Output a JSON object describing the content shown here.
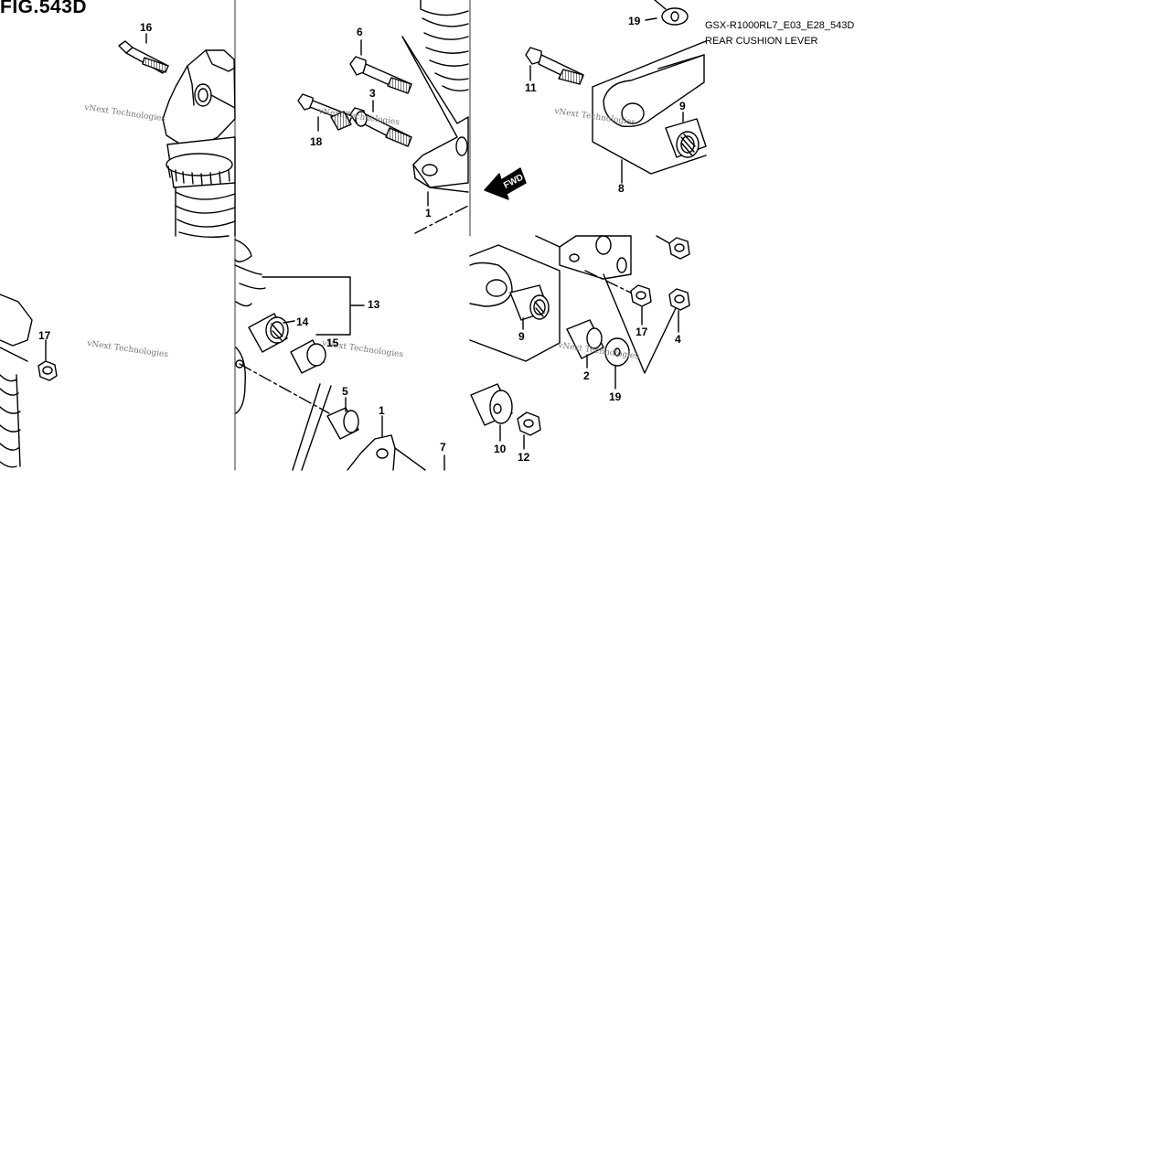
{
  "figure": {
    "title": "FIG.543D",
    "code": "GSX-R1000RL7_E03_E28_543D",
    "subtitle": "REAR CUSHION LEVER",
    "fwd_label": "FWD",
    "watermark": "vNext Technologies"
  },
  "callouts": {
    "c1a": "1",
    "c1b": "1",
    "c2": "2",
    "c3": "3",
    "c4": "4",
    "c5": "5",
    "c6": "6",
    "c7": "7",
    "c8": "8",
    "c9a": "9",
    "c9b": "9",
    "c10": "10",
    "c11": "11",
    "c12": "12",
    "c13": "13",
    "c14": "14",
    "c15": "15",
    "c16": "16",
    "c17a": "17",
    "c17b": "17",
    "c18": "18",
    "c19a": "19",
    "c19b": "19"
  }
}
